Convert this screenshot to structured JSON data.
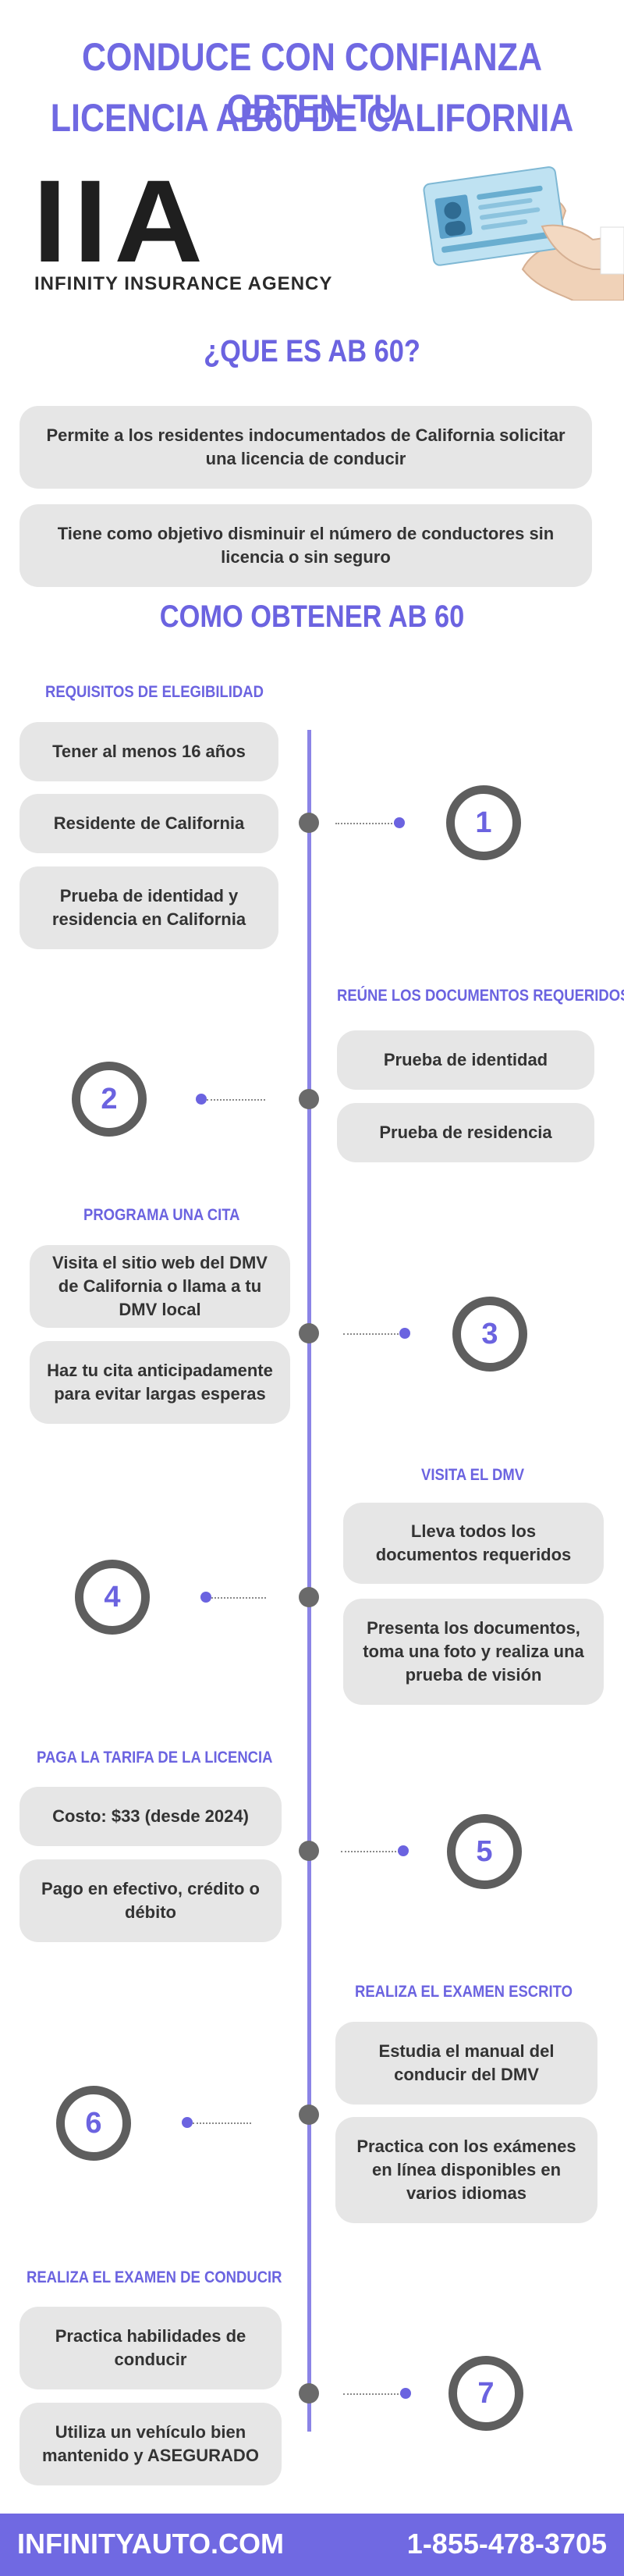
{
  "headline": {
    "line1": "CONDUCE CON CONFIANZA OBTEN TU",
    "line2": "LICENCIA AB60 DE CALIFORNIA"
  },
  "logo": {
    "mark": "IIA",
    "name": "INFINITY INSURANCE AGENCY"
  },
  "what_is": {
    "title": "¿QUE ES AB 60?",
    "items": [
      "Permite a los residentes indocumentados de California solicitar una licencia de conducir",
      "Tiene como objetivo disminuir el número de conductores sin licencia o sin seguro"
    ]
  },
  "how_to": {
    "title": "COMO OBTENER AB 60"
  },
  "steps": [
    {
      "number": "1",
      "title": "REQUISITOS DE ELEGIBILIDAD",
      "items": [
        "Tener al menos 16 años",
        "Residente de California",
        "Prueba de identidad y residencia en California"
      ]
    },
    {
      "number": "2",
      "title": "REÚNE LOS DOCUMENTOS REQUERIDOS",
      "items": [
        "Prueba de identidad",
        "Prueba de residencia"
      ]
    },
    {
      "number": "3",
      "title": "PROGRAMA UNA CITA",
      "items": [
        "Visita el sitio web del DMV de California o llama a tu DMV local",
        "Haz tu cita anticipadamente para evitar largas esperas"
      ]
    },
    {
      "number": "4",
      "title": "VISITA EL DMV",
      "items": [
        "Lleva todos los documentos requeridos",
        "Presenta los documentos, toma una foto y realiza una prueba de visión"
      ]
    },
    {
      "number": "5",
      "title": "PAGA LA TARIFA DE LA LICENCIA",
      "items": [
        "Costo: $33 (desde 2024)",
        "Pago en efectivo, crédito o débito"
      ]
    },
    {
      "number": "6",
      "title": "REALIZA EL EXAMEN ESCRITO",
      "items": [
        "Estudia el manual del conducir del DMV",
        "Practica con los exámenes en línea disponibles en varios idiomas"
      ]
    },
    {
      "number": "7",
      "title": "REALIZA EL EXAMEN DE CONDUCIR",
      "items": [
        "Practica habilidades de conducir",
        "Utiliza un vehículo bien mantenido y ASEGURADO"
      ]
    }
  ],
  "footer": {
    "website": "INFINITYAUTO.COM",
    "phone": "1-855-478-3705"
  },
  "colors": {
    "accent": "#7069e2",
    "pill": "#e6e6e6",
    "circle_border": "#5e5e5e"
  }
}
